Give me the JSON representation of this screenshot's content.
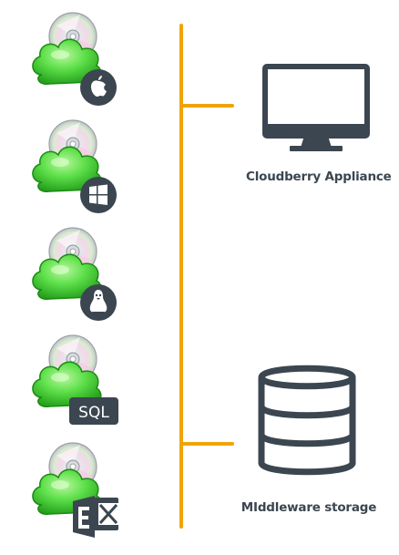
{
  "products": [
    {
      "badge": "apple-logo",
      "label": ""
    },
    {
      "badge": "windows-logo",
      "label": ""
    },
    {
      "badge": "linux-penguin",
      "label": ""
    },
    {
      "badge": "sql-text",
      "label": "SQL"
    },
    {
      "badge": "exchange-logo",
      "label": ""
    }
  ],
  "targets": {
    "appliance": {
      "label": "Cloudberry Appliance",
      "icon": "monitor-icon"
    },
    "storage": {
      "label": "MIddleware storage",
      "icon": "database-icon"
    }
  },
  "colors": {
    "connector": "#f0a30a",
    "icon_dark": "#3b4650",
    "cloud_green": "#4cd84c",
    "badge_dark": "#3b4650"
  }
}
